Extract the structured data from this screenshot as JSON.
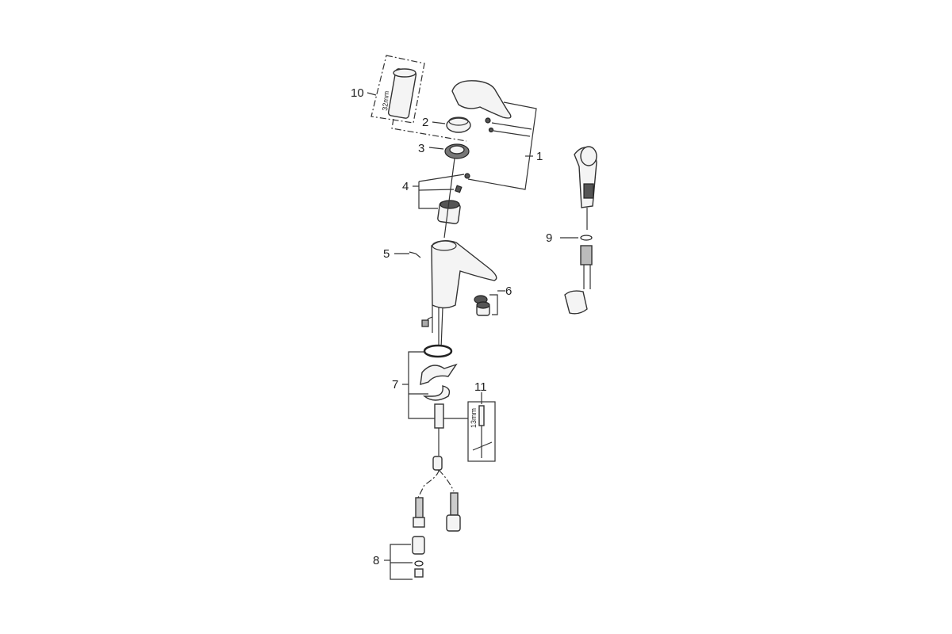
{
  "diagram": {
    "callouts": {
      "c1": "1",
      "c2": "2",
      "c3": "3",
      "c4": "4",
      "c5": "5",
      "c6": "6",
      "c7": "7",
      "c8": "8",
      "c9": "9",
      "c10": "10",
      "c11": "11"
    },
    "dimensions": {
      "socket_wrench": "32mm",
      "hex_key": "13mm"
    }
  }
}
